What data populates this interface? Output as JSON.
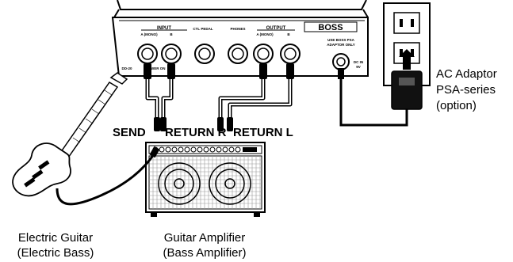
{
  "pedal": {
    "input_label": "INPUT",
    "input_a_label": "A (MONO)",
    "input_b_label": "B",
    "ctl_pedal_label": "CTL PEDAL",
    "phones_label": "PHONES",
    "output_label": "OUTPUT",
    "output_a_label": "A (MONO)",
    "output_b_label": "B",
    "model_label": "DD-20",
    "power_on_label": "POWER ON",
    "brand": "BOSS",
    "adaptor_note_1": "USE BOSS PSA",
    "adaptor_note_2": "ADAPTOR ONLY",
    "dc_in_label_1": "DC IN",
    "dc_in_label_2": "9V"
  },
  "connections": {
    "send_label": "SEND",
    "return_r_label": "RETURN R",
    "return_l_label": "RETURN L"
  },
  "captions": {
    "guitar_line_1": "Electric Guitar",
    "guitar_line_2": "(Electric Bass)",
    "amp_line_1": "Guitar Amplifier",
    "amp_line_2": "(Bass Amplifier)",
    "adaptor_line_1": "AC Adaptor",
    "adaptor_line_2": "PSA-series",
    "adaptor_line_3": "(option)"
  }
}
